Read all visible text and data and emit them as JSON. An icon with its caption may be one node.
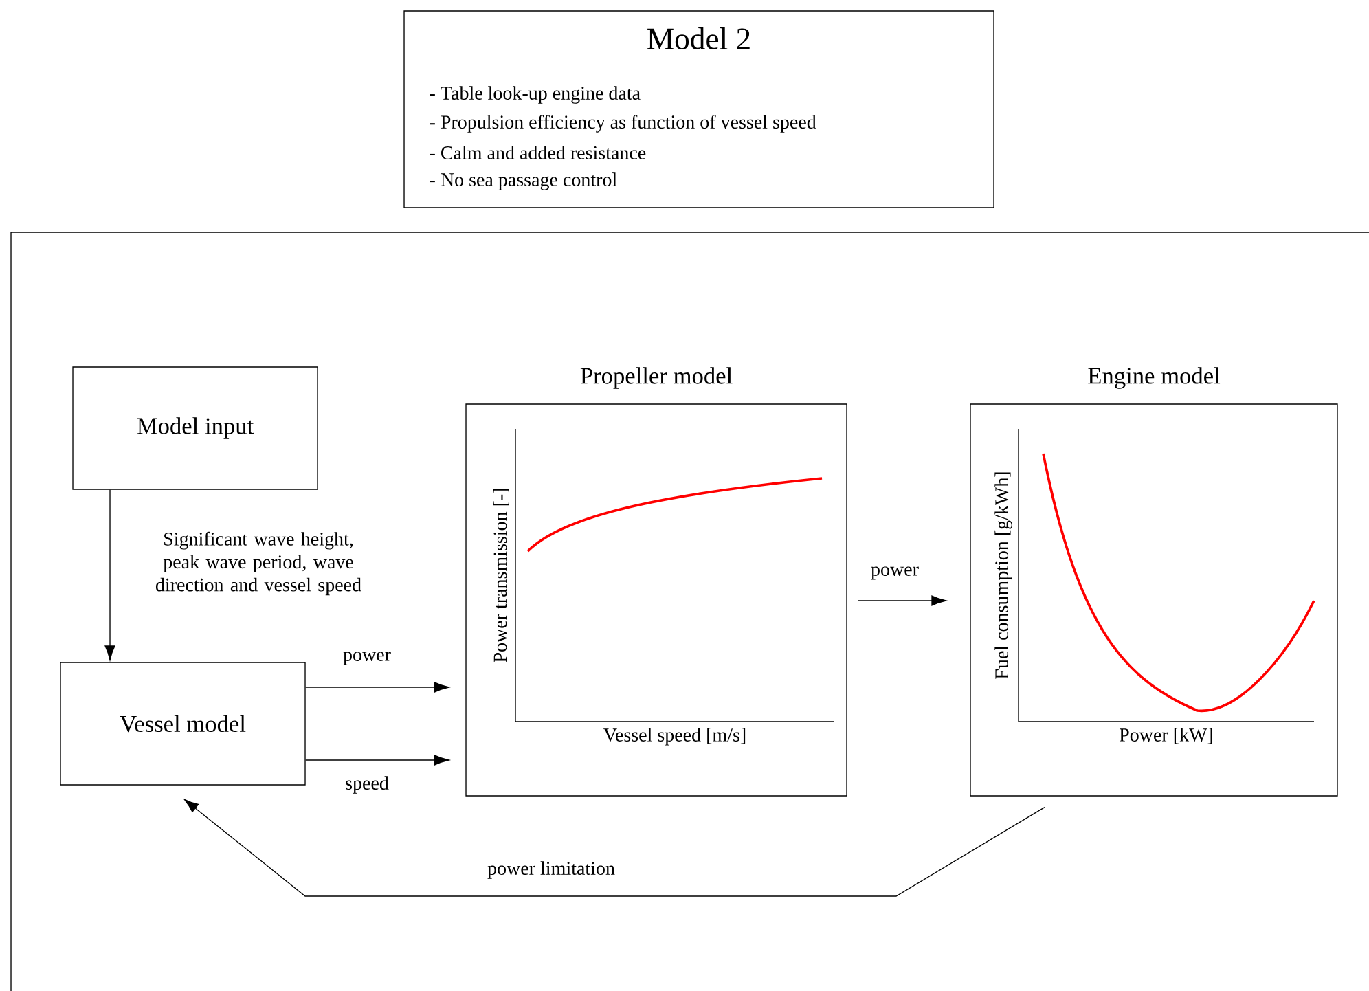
{
  "diagram": {
    "nodes": [
      {
        "text": [
          "Model 2",
          "- Table look-up engine data",
          "- Propulsion efficiency as function of vessel speed",
          "- Calm and added resistance",
          "- No sea passage control"
        ]
      },
      {
        "text": [
          "Model input"
        ]
      },
      {
        "text": [
          "Vessel model"
        ]
      },
      {
        "text": [
          "Propeller model",
          "Power transmission [-]",
          "Vessel speed [m/s]"
        ]
      },
      {
        "text": [
          "Engine model",
          "Fuel consumption [g/kWh]",
          "Power [kW]"
        ]
      }
    ],
    "edges": [
      {
        "from": 1,
        "to": 2,
        "arrow": "to",
        "label": "Significant wave height, peak wave period, wave direction and vessel speed"
      },
      {
        "from": 2,
        "to": 3,
        "arrow": "to",
        "label": "power"
      },
      {
        "from": 2,
        "to": 3,
        "arrow": "to",
        "label": "speed"
      },
      {
        "from": 3,
        "to": 4,
        "arrow": "to",
        "label": "power"
      },
      {
        "from": 4,
        "to": 2,
        "arrow": "to",
        "label": "power limitation"
      }
    ]
  }
}
